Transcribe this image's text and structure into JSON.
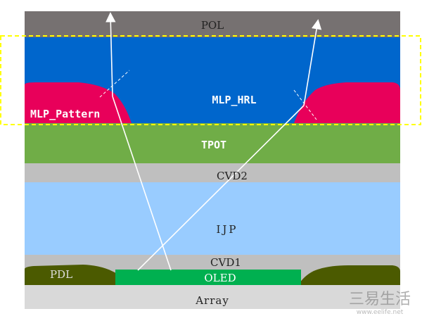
{
  "layers": {
    "pol": "POL",
    "mlp_hrl": "MLP_HRL",
    "mlp_pattern": "MLP_Pattern",
    "tpot": "TPOT",
    "cvd2": "CVD2",
    "ijp": "IJP",
    "cvd1": "CVD1",
    "pdl": "PDL",
    "oled": "OLED",
    "array": "Array"
  },
  "watermark": {
    "main": "三易生活",
    "sub": "www.eelife.net"
  },
  "colors": {
    "pol": "#767171",
    "mlp_hrl": "#0066cc",
    "mlp_pattern": "#e8005a",
    "tpot": "#70ad47",
    "cvd": "#bfbfbf",
    "ijp": "#99ccff",
    "pdl": "#4b5a00",
    "oled": "#00b050",
    "array": "#d9d9d9",
    "highlight": "#ffff00",
    "ray": "#ffffff"
  }
}
